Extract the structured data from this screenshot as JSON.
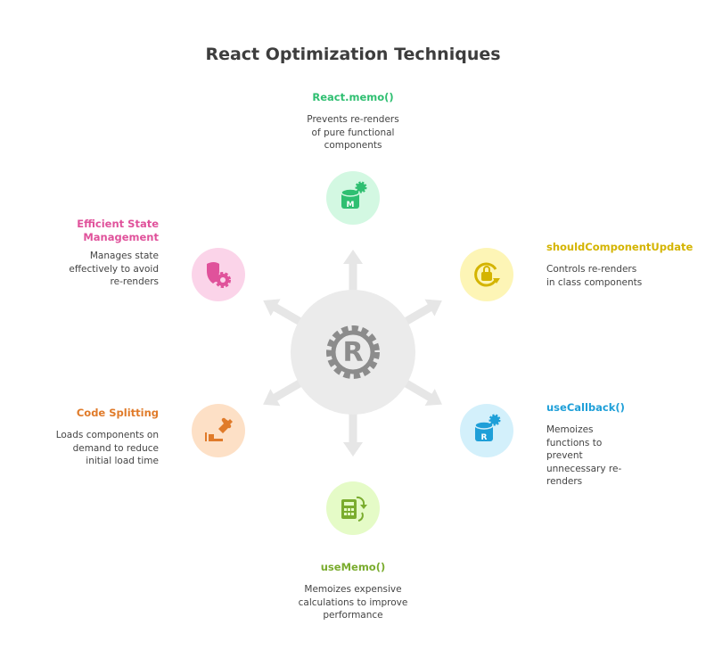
{
  "title": "React Optimization Techniques",
  "center": {
    "icon": "react-gear-icon"
  },
  "nodes": [
    {
      "title": "React.memo()",
      "description": "Prevents re-renders of pure functional components",
      "icon": "database-gear-m-icon",
      "color": "#2fbf71",
      "bg": "#d3f8e2"
    },
    {
      "title": "shouldComponentUpdate",
      "description": "Controls re-renders in class components",
      "icon": "lock-refresh-icon",
      "color": "#d4b400",
      "bg": "#fdf5b6"
    },
    {
      "title": "useCallback()",
      "description": "Memoizes functions to prevent unnecessary re-renders",
      "icon": "database-gear-r-icon",
      "color": "#1e9fd8",
      "bg": "#d3f0fb"
    },
    {
      "title": "useMemo()",
      "description": "Memoizes expensive calculations to improve performance",
      "icon": "calculator-refresh-icon",
      "color": "#7aac2e",
      "bg": "#e5fbc7"
    },
    {
      "title": "Code Splitting",
      "description": "Loads components on demand to reduce initial load time",
      "icon": "puzzle-hand-icon",
      "color": "#e07b2a",
      "bg": "#fde0c6"
    },
    {
      "title": "Efficient State Management",
      "description": "Manages state effectively to avoid re-renders",
      "icon": "shield-gear-icon",
      "color": "#e0529b",
      "bg": "#fbd4e9"
    }
  ]
}
